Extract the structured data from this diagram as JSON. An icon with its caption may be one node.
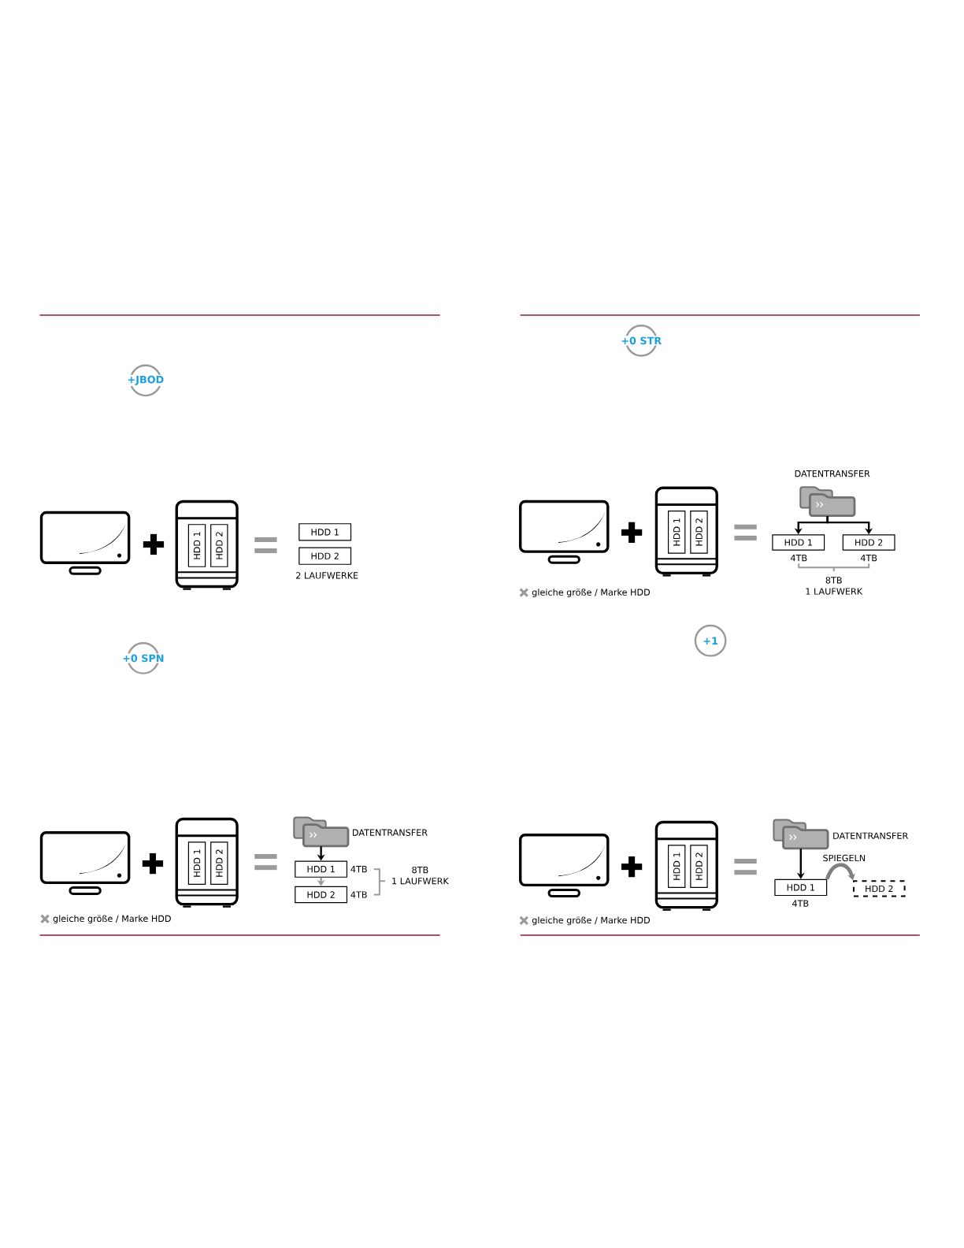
{
  "diagram": {
    "nodes": [
      {
        "text": [
          "+JBOD"
        ]
      },
      {
        "text": [
          "HDD 1"
        ]
      },
      {
        "text": [
          "HDD 2"
        ]
      },
      {
        "text": [
          "HDD 1"
        ]
      },
      {
        "text": [
          "HDD 2"
        ]
      },
      {
        "text": [
          "+0 SPN"
        ]
      },
      {
        "text": [
          "HDD 1"
        ]
      },
      {
        "text": [
          "HDD 2"
        ]
      },
      {
        "text": [],
        "shape": "folder",
        "beside": [
          "DATENTRANSFER"
        ]
      },
      {
        "text": [
          "HDD 1"
        ],
        "beside": [
          "4TB"
        ]
      },
      {
        "text": [
          "HDD 2"
        ],
        "beside": [
          "4TB"
        ]
      },
      {
        "text": [
          "+0 STR"
        ]
      },
      {
        "text": [
          "HDD 1"
        ]
      },
      {
        "text": [
          "HDD 2"
        ]
      },
      {
        "text": [],
        "shape": "folder",
        "beside": [
          "DATENTRANSFER"
        ]
      },
      {
        "text": [
          "HDD 1"
        ],
        "beside": [
          "4TB"
        ]
      },
      {
        "text": [
          "HDD 2"
        ],
        "beside": [
          "4TB"
        ]
      },
      {
        "text": [
          "+1"
        ]
      },
      {
        "text": [
          "HDD 1"
        ]
      },
      {
        "text": [
          "HDD 2"
        ]
      },
      {
        "text": [],
        "shape": "folder",
        "beside": [
          "DATENTRANSFER"
        ]
      },
      {
        "text": [
          "HDD 1"
        ],
        "beside": [
          "4TB"
        ]
      },
      {
        "text": [
          "HDD 2"
        ]
      }
    ],
    "edges": [
      {
        "from": 8,
        "to": 9,
        "arrow": "to"
      },
      {
        "from": 9,
        "to": 10,
        "arrow": "to",
        "style": "dashed",
        "color": "#9a9a9a"
      },
      {
        "from": 14,
        "to": 15,
        "arrow": "to"
      },
      {
        "from": 14,
        "to": 16,
        "arrow": "to"
      },
      {
        "from": 20,
        "to": 21,
        "arrow": "to"
      },
      {
        "from": 21,
        "to": 22,
        "arrow": "to",
        "label": "SPIEGELN",
        "style": "thick",
        "color": "#808080"
      }
    ],
    "labels": [
      "2 LAUFWERKE",
      "8TB",
      "1 LAUFWERK",
      "gleiche größe / Marke HDD",
      "8TB",
      "1 LAUFWERK",
      "gleiche größe / Marke HDD",
      "gleiche größe / Marke HDD"
    ]
  }
}
